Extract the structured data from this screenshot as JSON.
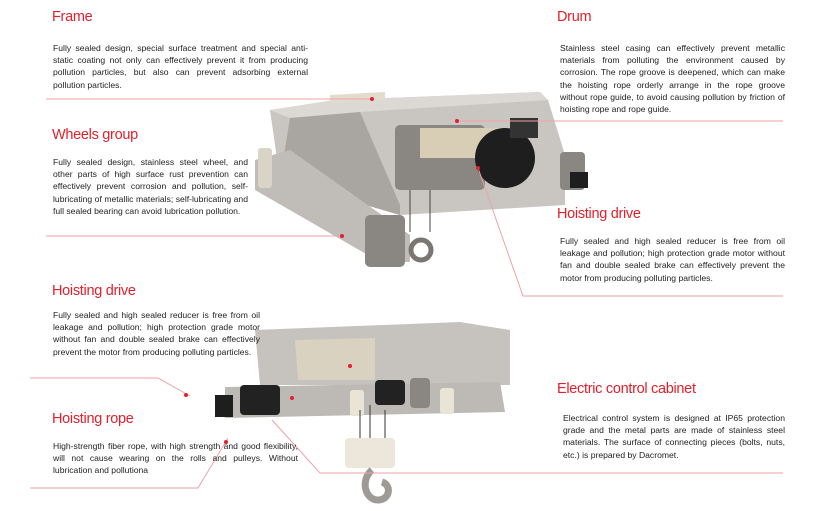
{
  "sections": {
    "frame": {
      "title": "Frame",
      "text": "Fully sealed design, special surface treatment and special anti-static coating not only can effectively prevent it from producing pollution particles, but also can prevent adsorbing external pollution particles."
    },
    "wheels": {
      "title": "Wheels group",
      "text": "Fully sealed design, stainless steel wheel, and other parts of high surface rust prevention can effectively prevent corrosion and pollution, self-lubricating of metallic materials; self-lubricating and full sealed bearing can avoid lubrication pollution."
    },
    "drum": {
      "title": "Drum",
      "text": "Stainless steel casing can effectively prevent metallic materials from polluting the environment caused by corrosion. The rope groove is deepened, which can make the hoisting rope orderly arrange in the rope groove without rope guide, to avoid causing pollution by friction of hoisting rope and rope guide."
    },
    "hoisting_drive_right": {
      "title": "Hoisting drive",
      "text": "Fully sealed and high sealed reducer is free from oil leakage and pollution; high protection grade motor without fan and double sealed brake can effectively prevent the motor from producing polluting particles."
    },
    "hoisting_drive_left": {
      "title": "Hoisting  drive",
      "text": "Fully sealed and high sealed reducer is free from oil leakage and pollution; high protection grade motor without fan and double sealed brake can effectively prevent the motor from producing polluting particles."
    },
    "hoisting_rope": {
      "title": "Hoisting rope",
      "text": "High-strength fiber rope, with high strength and good flexibility, will not cause wearing on the rolls and pulleys. Without lubrication and pollutiona"
    },
    "cabinet": {
      "title": "Electric control cabinet",
      "text": "Electrical control system is designed at IP65 protection grade and the metal parts are made of stainless steel materials. The surface of connecting pieces (bolts, nuts, etc.) is prepared by Dacromet."
    }
  },
  "colors": {
    "accent": "#e3202c",
    "leader": "#f2a0a6"
  }
}
